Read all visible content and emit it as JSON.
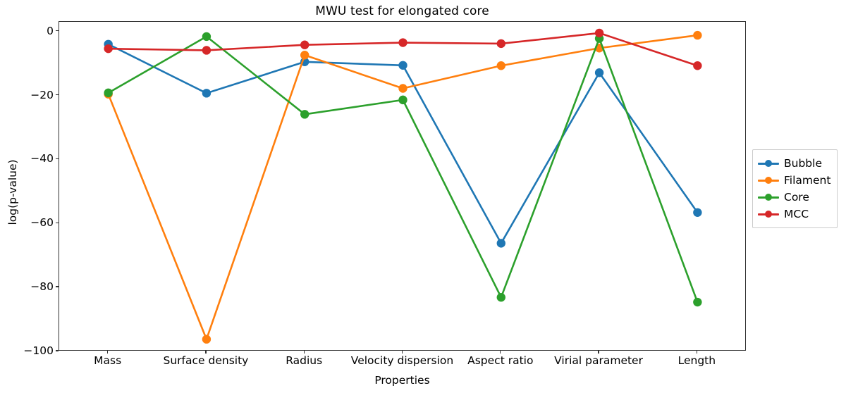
{
  "chart_data": {
    "type": "line",
    "title": "MWU test for elongated core",
    "xlabel": "Properties",
    "ylabel": "log(p-value)",
    "categories": [
      "Mass",
      "Surface density",
      "Radius",
      "Velocity dispersion",
      "Aspect ratio",
      "Virial parameter",
      "Length"
    ],
    "ylim": [
      -100,
      3
    ],
    "yticks": [
      0,
      -20,
      -40,
      -60,
      -80,
      -100
    ],
    "ytick_labels": [
      "0",
      "−20",
      "−40",
      "−60",
      "−80",
      "−100"
    ],
    "grid": false,
    "legend_position": "right",
    "series": [
      {
        "name": "Bubble",
        "color": "#1f77b4",
        "values": [
          -4.0,
          -19.3,
          -9.5,
          -10.6,
          -66.2,
          -12.9,
          -56.6
        ]
      },
      {
        "name": "Filament",
        "color": "#ff7f0e",
        "values": [
          -19.6,
          -96.2,
          -7.4,
          -17.8,
          -10.7,
          -5.2,
          -1.2
        ]
      },
      {
        "name": "Core",
        "color": "#2ca02c",
        "values": [
          -19.2,
          -1.6,
          -25.9,
          -21.4,
          -83.1,
          -2.2,
          -84.6
        ]
      },
      {
        "name": "MCC",
        "color": "#d62728",
        "values": [
          -5.4,
          -5.9,
          -4.2,
          -3.5,
          -3.8,
          -0.5,
          -10.7
        ]
      }
    ]
  },
  "legend": {
    "entries": [
      "Bubble",
      "Filament",
      "Core",
      "MCC"
    ]
  }
}
